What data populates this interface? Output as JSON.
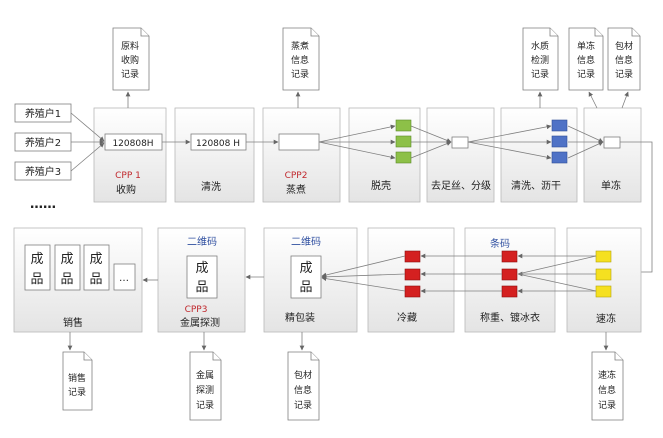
{
  "farmers": [
    "养殖户1",
    "养殖户2",
    "养殖户3"
  ],
  "farmers_more": "……",
  "stages_top": [
    {
      "id": "receiving",
      "label": "收购",
      "code": "120808H",
      "cpp": "CPP 1"
    },
    {
      "id": "washing",
      "label": "清洗",
      "code": "120808 H",
      "cpp": ""
    },
    {
      "id": "steaming",
      "label": "蒸煮",
      "code": "",
      "cpp": "CPP2"
    },
    {
      "id": "shelling",
      "label": "脱壳",
      "code": "",
      "cpp": ""
    },
    {
      "id": "grading",
      "label": "去足丝、分级",
      "code": "",
      "cpp": ""
    },
    {
      "id": "clean-drain",
      "label": "清洗、沥干",
      "code": "",
      "cpp": ""
    },
    {
      "id": "single-freeze",
      "label": "单冻",
      "code": "",
      "cpp": ""
    }
  ],
  "stages_bottom": [
    {
      "id": "quick-freeze",
      "label": "速冻",
      "header": ""
    },
    {
      "id": "weigh-glaze",
      "label": "称重、镀冰衣",
      "header": "条码"
    },
    {
      "id": "cold-storage",
      "label": "冷藏",
      "header": ""
    },
    {
      "id": "fine-pack",
      "label": "精包装",
      "header": "二维码",
      "product": "成品"
    },
    {
      "id": "metal-detect",
      "label": "金属探测",
      "header": "二维码",
      "product": "成品",
      "cpp": "CPP3"
    },
    {
      "id": "sales",
      "label": "销售",
      "products": [
        "成品",
        "成品",
        "成品"
      ],
      "more": "…"
    }
  ],
  "records": {
    "purchase": [
      "原料",
      "收购",
      "记录"
    ],
    "steam": [
      "蒸煮",
      "信息",
      "记录"
    ],
    "water": [
      "水质",
      "检测",
      "记录"
    ],
    "single_freeze": [
      "单冻",
      "信息",
      "记录"
    ],
    "packaging_top": [
      "包材",
      "信息",
      "记录"
    ],
    "sales": [
      "销售",
      "记录"
    ],
    "metal": [
      "金属",
      "探测",
      "记录"
    ],
    "packaging_bottom": [
      "包材",
      "信息",
      "记录"
    ],
    "quick_freeze": [
      "速冻",
      "信息",
      "记录"
    ]
  },
  "colors": {
    "green": "#8dc048",
    "blue": "#4f72c6",
    "red": "#d42020",
    "yellow": "#f5e020",
    "cpp": "#c0282d",
    "code_label": "#2f4fa0"
  }
}
